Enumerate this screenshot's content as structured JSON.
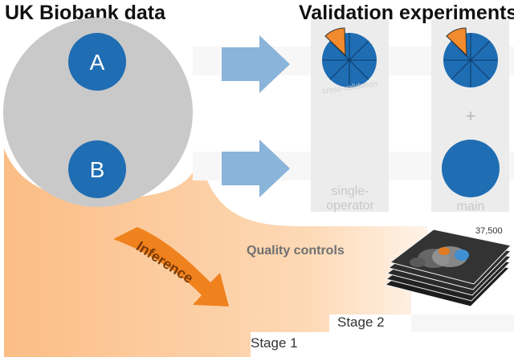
{
  "titles": {
    "left": "UK Biobank data",
    "right": "Validation experiments"
  },
  "circles": {
    "a_label": "A",
    "b_label": "B"
  },
  "experiments": {
    "cross_validation_label": "cross-validation",
    "plus_label": "+",
    "single_operator_line1": "single-",
    "single_operator_line2": "operator",
    "main_label": "main"
  },
  "pipeline": {
    "inference_label": "Inference",
    "quality_controls_label": "Quality controls",
    "stage1_label": "Stage 1",
    "stage2_label": "Stage 2",
    "count_label": "37,500"
  },
  "colors": {
    "blue": "#1f6db3",
    "orange": "#f28a2e",
    "light_orange": "#fbc898",
    "gray_circle": "#c9c9c9",
    "panel": "#efefef",
    "arrow_blue": "#8ab4d9",
    "inference_arrow": "#f0821e"
  }
}
